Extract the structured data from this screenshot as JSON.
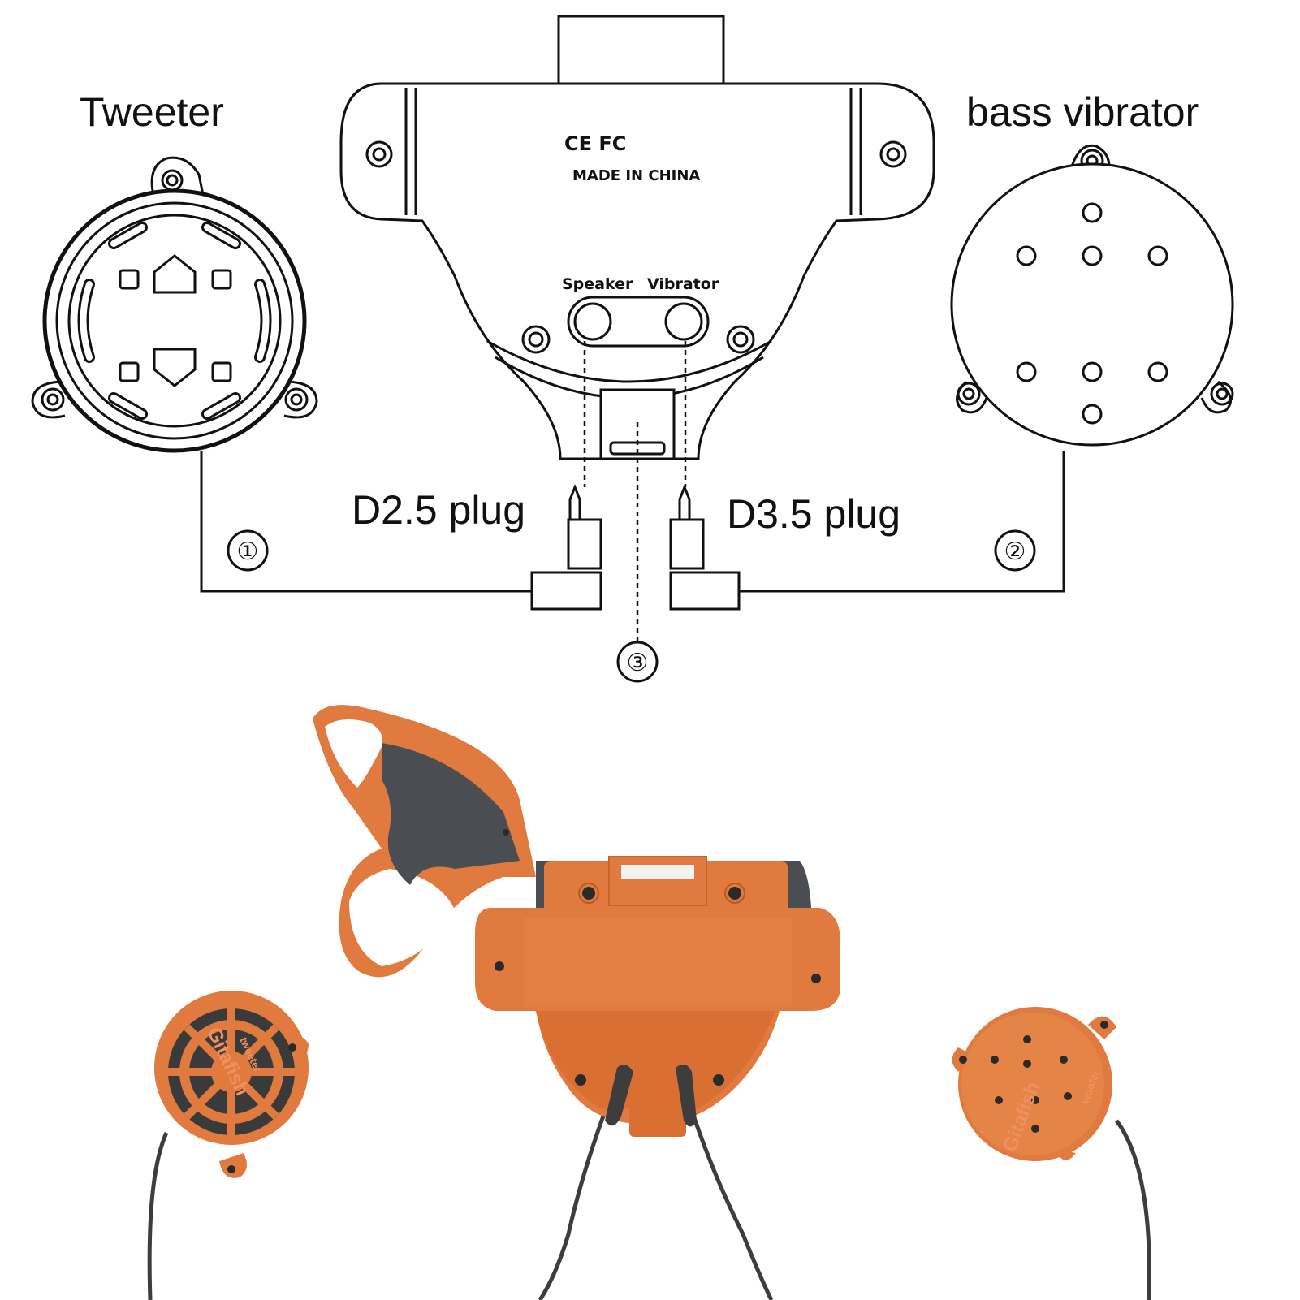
{
  "diagram": {
    "labels": {
      "tweeter": "Tweeter",
      "bass_vibrator": "bass vibrator",
      "speaker_port": "Speaker",
      "vibrator_port": "Vibrator",
      "plug_left": "D2.5 plug",
      "plug_right": "D3.5 plug",
      "made_in": "MADE IN CHINA",
      "cert_marks": "CE FC"
    },
    "callouts": [
      "①",
      "②",
      "③"
    ]
  },
  "photo": {
    "brand_tweeter": "Gitafish",
    "sub_tweeter": "tweeter",
    "brand_woofer": "Gitafish",
    "sub_woofer": "woofer"
  },
  "colors": {
    "line": "#111111",
    "orange": "#e07a3e",
    "orange_dark": "#c86428",
    "grey": "#4a4d52",
    "cable": "#3d3d3d"
  }
}
